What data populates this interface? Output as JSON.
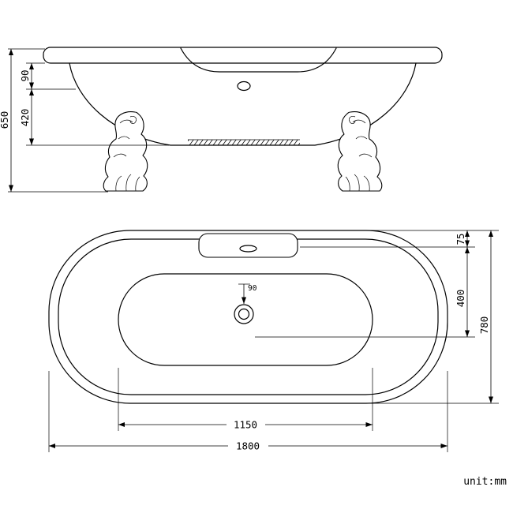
{
  "drawing": {
    "title": "clawfoot-bathtub-technical-drawing",
    "unit_label": "unit:mm",
    "side_view": {
      "height_total": "650",
      "height_body": "420",
      "height_rim": "90"
    },
    "top_view": {
      "length_overall": "1800",
      "length_inner": "1150",
      "width_overall": "780",
      "offset_drain": "400",
      "offset_deck": "75",
      "drain_diameter": "90"
    }
  }
}
